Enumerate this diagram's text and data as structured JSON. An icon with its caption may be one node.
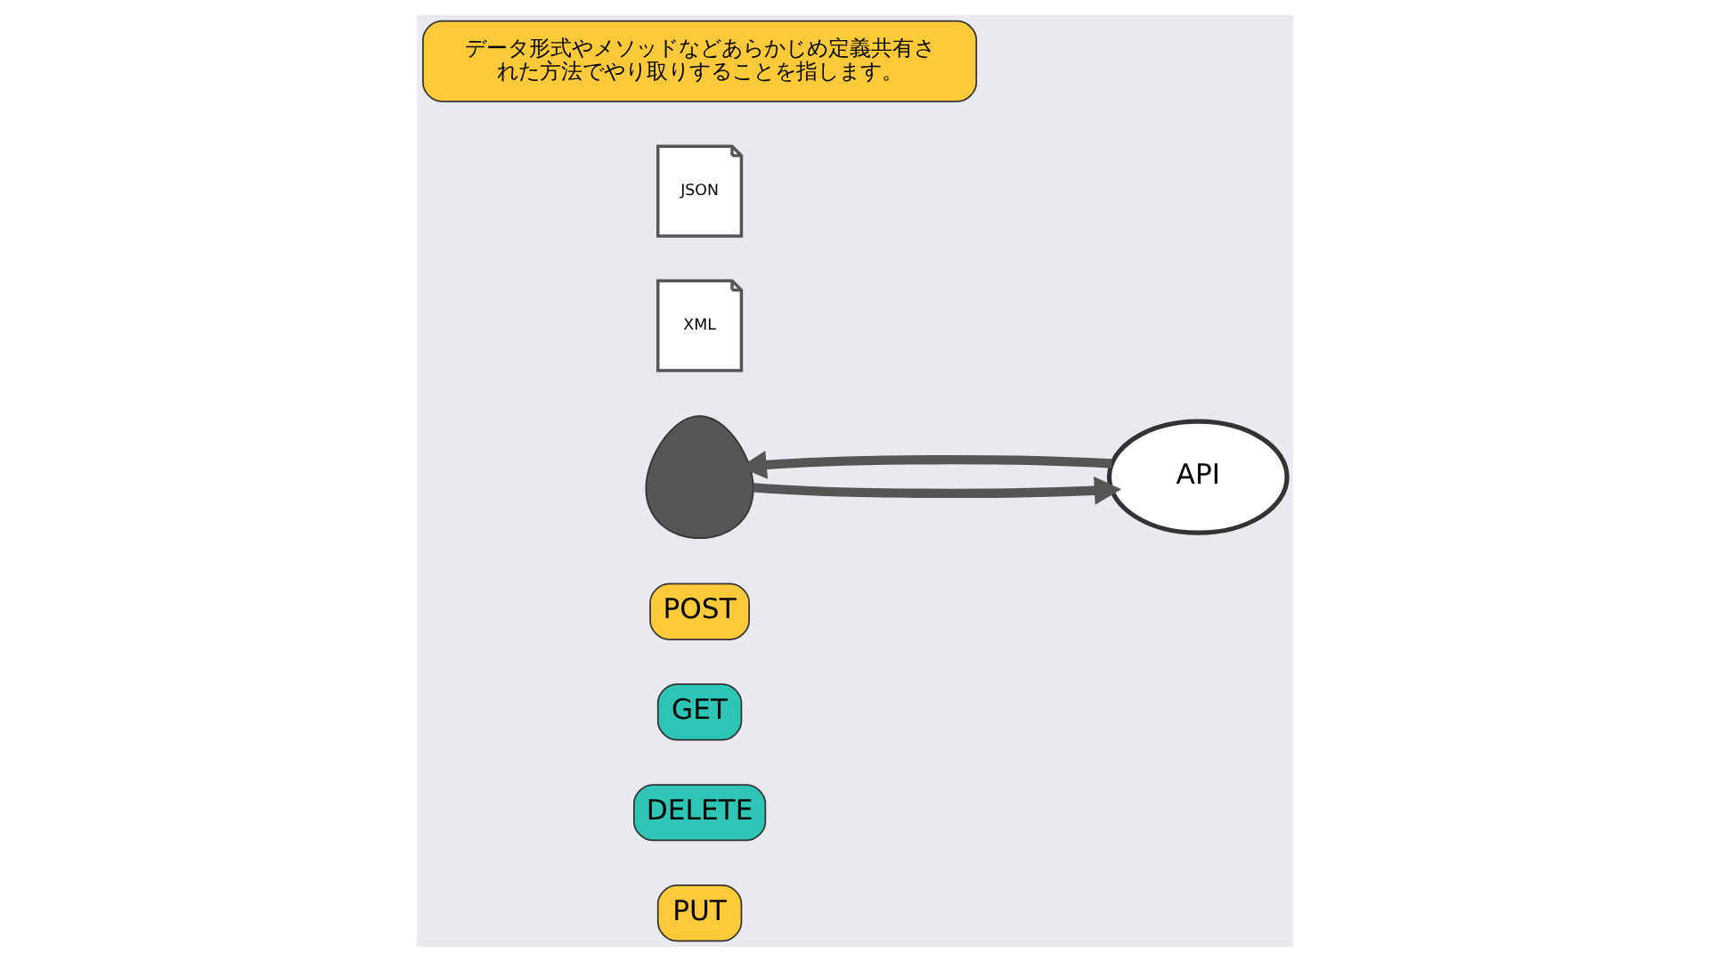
{
  "diagram": {
    "nodes": [
      {
        "text": [
          "PUT"
        ]
      },
      {
        "text": [
          "DELETE"
        ]
      },
      {
        "text": [
          "GET"
        ]
      },
      {
        "text": [
          "POST"
        ]
      },
      {
        "text": [],
        "shape": "person"
      },
      {
        "text": [
          "API"
        ]
      },
      {
        "text": [
          "XML"
        ]
      },
      {
        "text": [
          "JSON"
        ]
      },
      {
        "text": [
          "データ形式やメソッドなどあらかじめ定義共有された方法でやり取りすることを指します。"
        ]
      }
    ],
    "edges": [
      {
        "from": 4,
        "to": 5,
        "arrow": "to"
      },
      {
        "from": 5,
        "to": 4,
        "arrow": "to"
      }
    ]
  }
}
